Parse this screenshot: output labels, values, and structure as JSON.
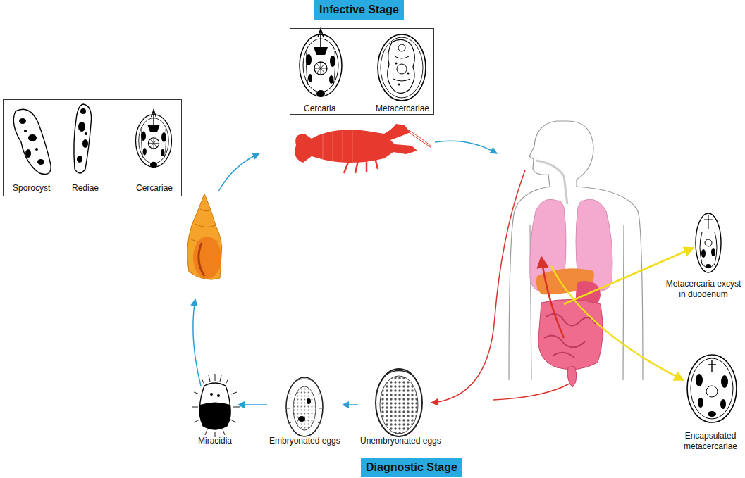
{
  "diagram": {
    "nodes": [
      {
        "text": [
          "Infective Stage"
        ]
      },
      {
        "text": [
          "Cercaria",
          "Metacercariae"
        ]
      },
      {
        "text": [
          "Sporocyst",
          "Rediae",
          "Cercariae"
        ]
      },
      {
        "text": [
          "Unembryonated eggs"
        ]
      },
      {
        "text": [
          "Embryonated eggs"
        ]
      },
      {
        "text": [
          "Miracidia"
        ]
      },
      {
        "text": [
          "Metacercaria excyst in duodenum"
        ]
      },
      {
        "text": [
          "Encapsulated metacercariae"
        ]
      },
      {
        "text": [
          "Diagnostic Stage"
        ]
      }
    ],
    "edges": [
      {
        "from": 3,
        "to": 4,
        "arrow": "to"
      },
      {
        "from": 4,
        "to": 5,
        "arrow": "to"
      }
    ]
  }
}
